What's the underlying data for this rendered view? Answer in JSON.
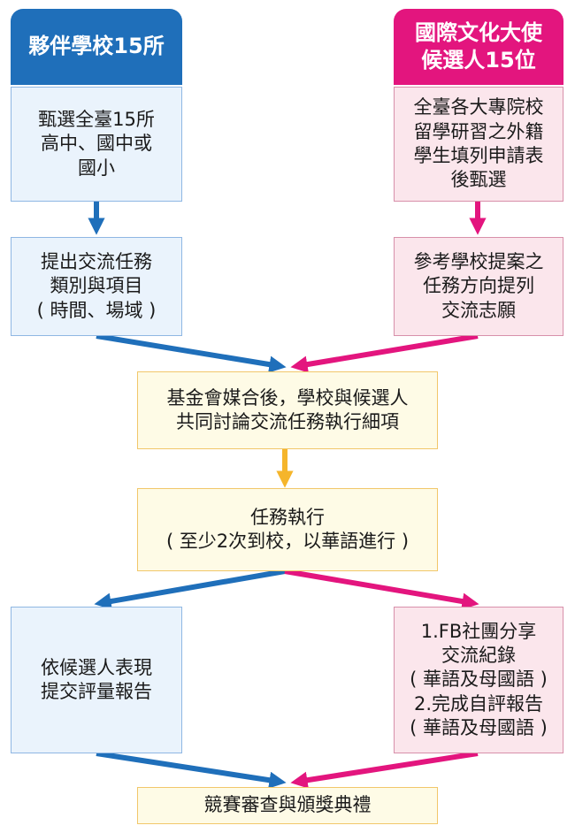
{
  "left": {
    "header": "夥伴學校15所",
    "step1": "甄選全臺15所\n高中、國中或\n國小",
    "step2": "提出交流任務\n類別與項目\n( 時間、場域 )",
    "report": "依候選人表現\n提交評量報告"
  },
  "right": {
    "header": "國際文化大使\n候選人15位",
    "step1": "全臺各大專院校\n留學研習之外籍\n學生填列申請表\n後甄選",
    "step2": "參考學校提案之\n任務方向提列\n交流志願",
    "report": "1.FB社團分享\n交流紀錄\n( 華語及母國語 )\n2.完成自評報告\n( 華語及母國語 )"
  },
  "center": {
    "match": "基金會媒合後，學校與候選人\n共同討論交流任務執行細項",
    "execute": "任務執行\n( 至少2次到校，以華語進行 )",
    "final": "競賽審查與頒獎典禮"
  },
  "colors": {
    "blue": "#1f6fba",
    "pink": "#e3157e",
    "yellow": "#f5b52b"
  }
}
